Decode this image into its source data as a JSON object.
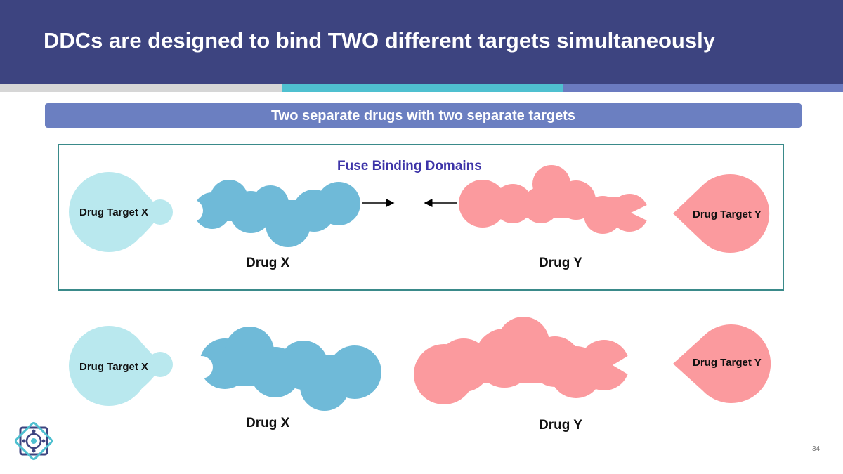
{
  "slide": {
    "title": "DDCs are designed to bind TWO different targets simultaneously",
    "banner": "Two separate drugs with two separate targets",
    "page_number": "34"
  },
  "panel_top": {
    "annotation": "Fuse Binding Domains",
    "target_x": "Drug Target X",
    "target_y": "Drug Target Y",
    "drug_x": "Drug X",
    "drug_y": "Drug Y"
  },
  "panel_bottom": {
    "target_x": "Drug Target X",
    "target_y": "Drug Target Y",
    "drug_x": "Drug X",
    "drug_y": "Drug Y"
  },
  "colors": {
    "header": "#3d4480",
    "banner": "#6b7fc1",
    "target_x": "#b9e8ee",
    "drug_x": "#6fbad8",
    "drug_y": "#fb9a9e",
    "frame": "#3a8a8a",
    "annotation": "#3d34a8"
  },
  "icons": {
    "logo": "geometric-star-logo-icon",
    "arrow_right": "arrow-right-icon",
    "arrow_left": "arrow-left-icon"
  }
}
